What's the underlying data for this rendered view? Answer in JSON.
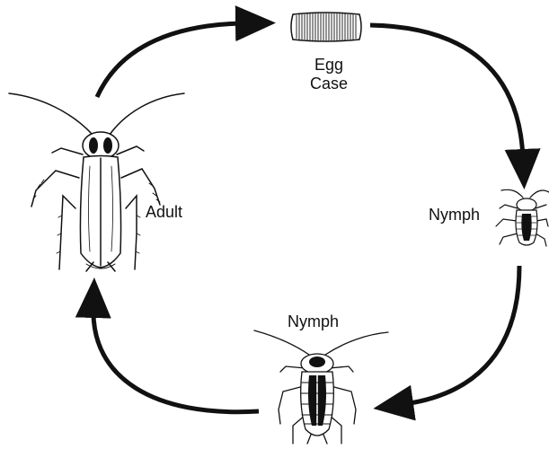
{
  "labels": {
    "egg_case_line1": "Egg",
    "egg_case_line2": "Case",
    "adult": "Adult",
    "nymph_right": "Nymph",
    "nymph_bottom": "Nymph"
  },
  "colors": {
    "ink": "#111111",
    "background": "#ffffff"
  }
}
